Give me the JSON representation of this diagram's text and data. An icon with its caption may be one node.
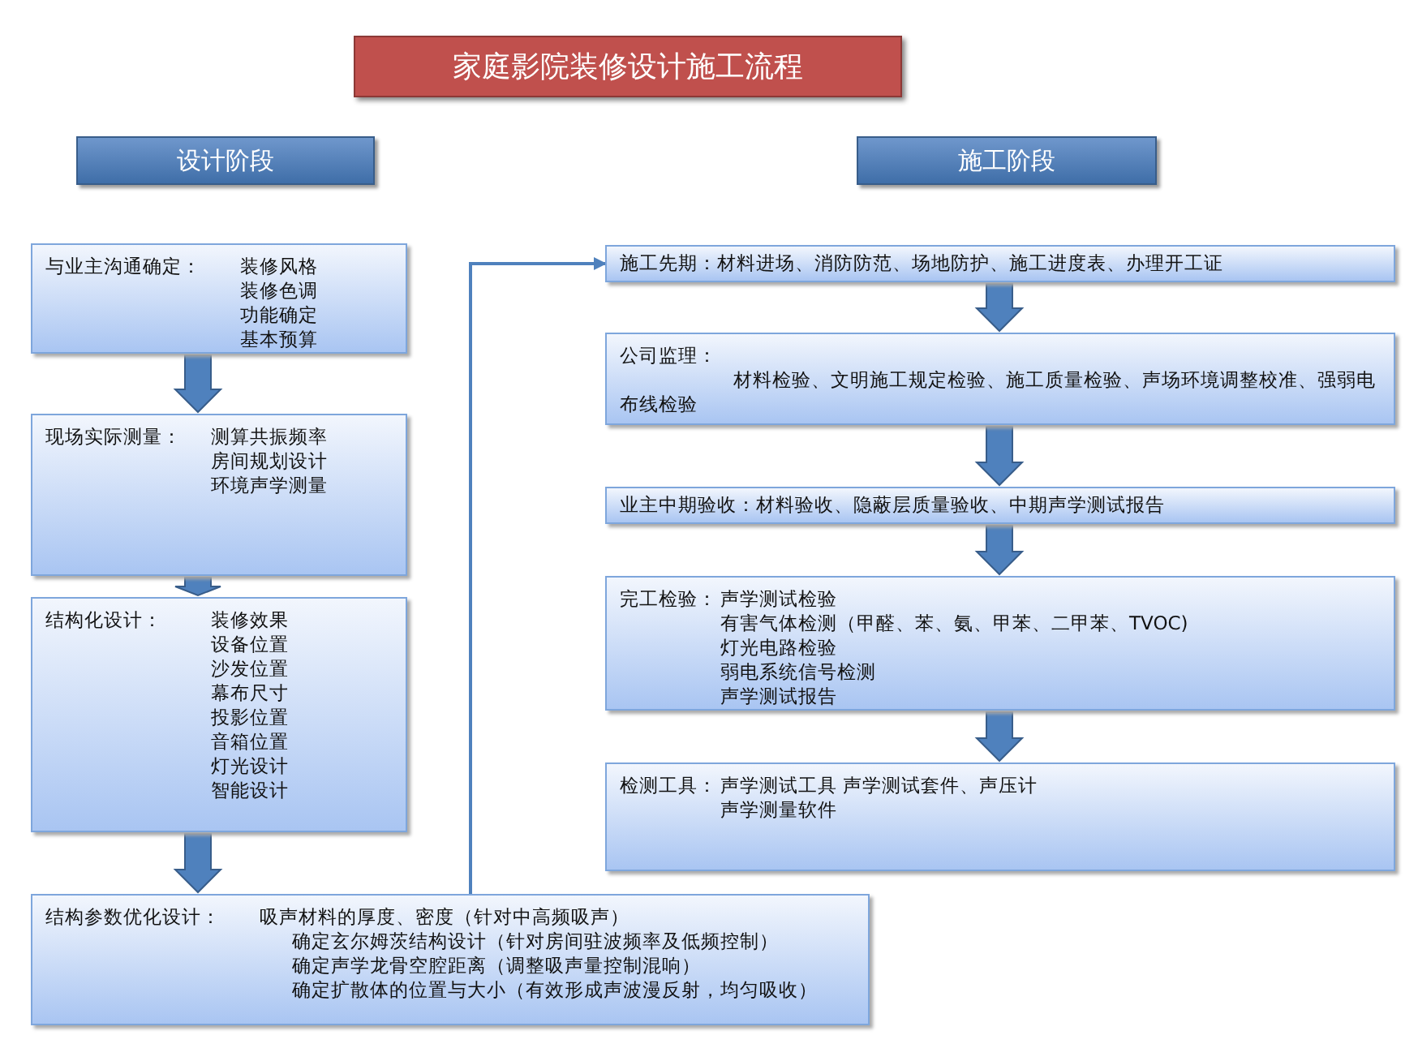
{
  "diagram": {
    "title": "家庭影院装修设计施工流程",
    "nodes": [
      {
        "text": [
          "设计阶段"
        ]
      },
      {
        "text": [
          "施工阶段"
        ]
      },
      {
        "text": [
          "与业主沟通确定：",
          "装修风格",
          "装修色调",
          "功能确定",
          "基本预算"
        ]
      },
      {
        "text": [
          "现场实际测量：",
          "测算共振频率",
          "房间规划设计",
          "环境声学测量"
        ]
      },
      {
        "text": [
          "结构化设计：",
          "装修效果",
          "设备位置",
          "沙发位置",
          "幕布尺寸",
          "投影位置",
          "音箱位置",
          "灯光设计",
          "智能设计"
        ]
      },
      {
        "text": [
          "结构参数优化设计：",
          "吸声材料的厚度、密度（针对中高频吸声）",
          "确定玄尔姆茨结构设计（针对房间驻波频率及低频控制）",
          "确定声学龙骨空腔距离（调整吸声量控制混响）",
          "确定扩散体的位置与大小（有效形成声波漫反射，均匀吸收）"
        ]
      },
      {
        "text": [
          "施工先期：材料进场、消防防范、场地防护、施工进度表、办理开工证"
        ]
      },
      {
        "text": [
          "公司监理：",
          "材料检验、文明施工规定检验、施工质量检验、声场环境调整校准、强弱电布线检验"
        ]
      },
      {
        "text": [
          "业主中期验收：材料验收、隐蔽层质量验收、中期声学测试报告"
        ]
      },
      {
        "text": [
          "完工检验：",
          "声学测试检验",
          "有害气体检测（甲醛、苯、氨、甲苯、二甲苯、TVOC)",
          "灯光电路检验",
          "弱电系统信号检测",
          "声学测试报告"
        ]
      },
      {
        "text": [
          "检测工具：",
          "声学测试工具 声学测试套件、声压计",
          "声学测量软件"
        ]
      }
    ],
    "edges": [
      {
        "from": 2,
        "to": 3,
        "arrow": "to"
      },
      {
        "from": 3,
        "to": 4,
        "arrow": "to"
      },
      {
        "from": 4,
        "to": 5,
        "arrow": "to"
      },
      {
        "from": 5,
        "to": 6,
        "arrow": "to"
      },
      {
        "from": 6,
        "to": 7,
        "arrow": "to"
      },
      {
        "from": 7,
        "to": 8,
        "arrow": "to"
      },
      {
        "from": 8,
        "to": 9,
        "arrow": "to"
      },
      {
        "from": 9,
        "to": 10,
        "arrow": "to"
      }
    ]
  }
}
